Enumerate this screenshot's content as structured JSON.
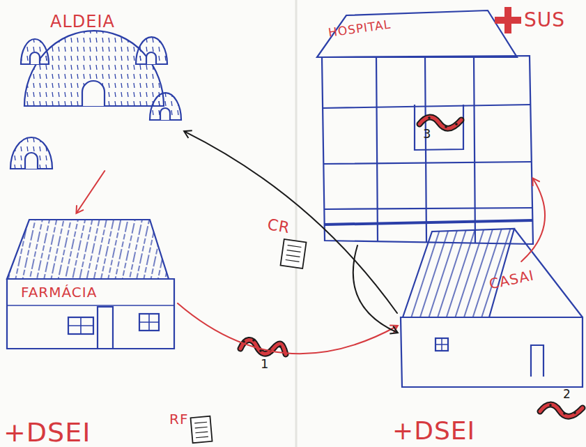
{
  "diagram": {
    "nodes": [
      {
        "text": [
          "ALDEIA"
        ]
      },
      {
        "text": [
          "FARMÁCIA"
        ]
      },
      {
        "text": [
          "HOSPITAL"
        ]
      },
      {
        "text": [
          "CASAI"
        ]
      }
    ],
    "edges": [
      {
        "from": 0,
        "to": 1,
        "arrow": "to"
      },
      {
        "from": 1,
        "to": 3,
        "arrow": "to"
      },
      {
        "from": 3,
        "to": 2,
        "arrow": "to"
      },
      {
        "from": 2,
        "to": 3,
        "arrow": "to"
      },
      {
        "from": 3,
        "to": 0,
        "arrow": "to"
      }
    ],
    "labels": [
      "SUS",
      "CR",
      "1",
      "RF",
      "+DSEI",
      "+DSEI",
      "2",
      "3"
    ]
  }
}
